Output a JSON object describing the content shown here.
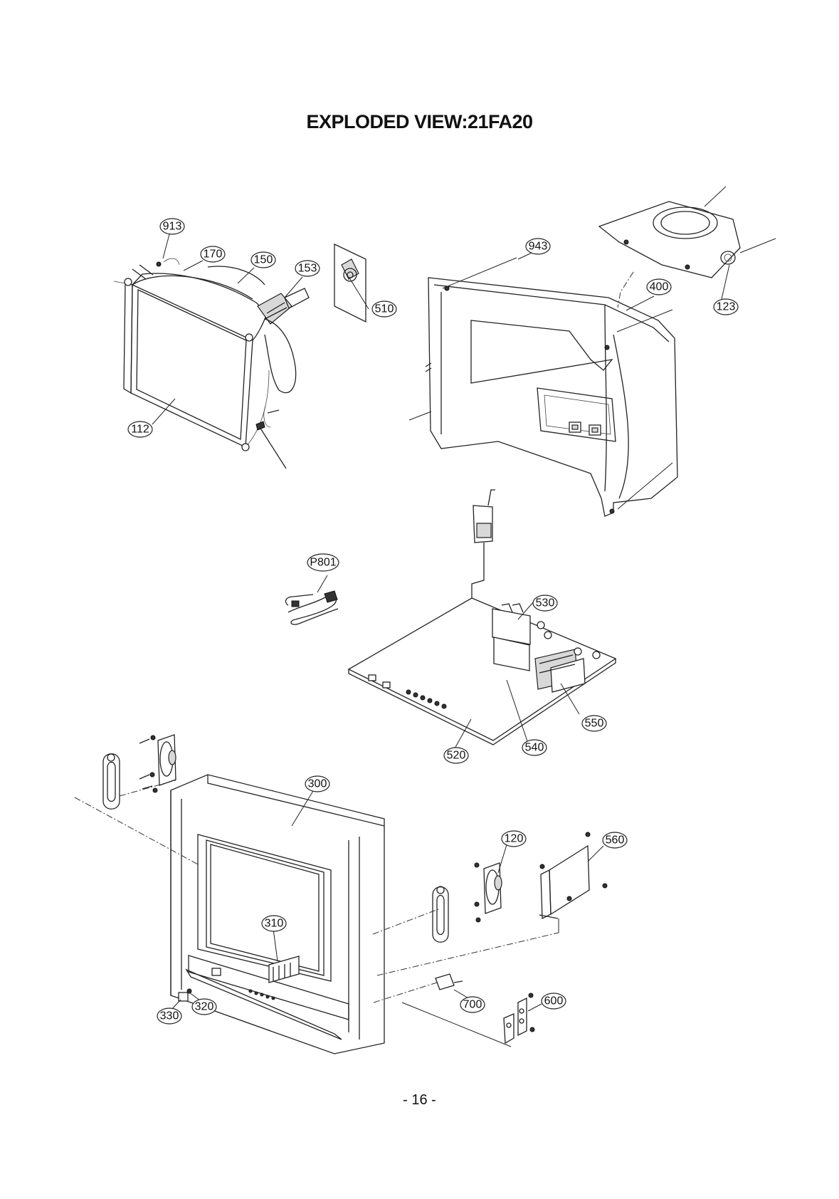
{
  "title": "EXPLODED VIEW:21FA20",
  "page_number": "-  16  -",
  "callouts": [
    {
      "id": "913",
      "label": "913"
    },
    {
      "id": "170",
      "label": "170"
    },
    {
      "id": "150",
      "label": "150"
    },
    {
      "id": "153",
      "label": "153"
    },
    {
      "id": "510",
      "label": "510"
    },
    {
      "id": "112",
      "label": "112"
    },
    {
      "id": "943",
      "label": "943"
    },
    {
      "id": "400",
      "label": "400"
    },
    {
      "id": "123",
      "label": "123"
    },
    {
      "id": "P801",
      "label": "P801"
    },
    {
      "id": "530",
      "label": "530"
    },
    {
      "id": "550",
      "label": "550"
    },
    {
      "id": "540",
      "label": "540"
    },
    {
      "id": "520",
      "label": "520"
    },
    {
      "id": "300",
      "label": "300"
    },
    {
      "id": "120",
      "label": "120"
    },
    {
      "id": "560",
      "label": "560"
    },
    {
      "id": "310",
      "label": "310"
    },
    {
      "id": "700",
      "label": "700"
    },
    {
      "id": "600",
      "label": "600"
    },
    {
      "id": "330",
      "label": "330"
    },
    {
      "id": "320",
      "label": "320"
    }
  ]
}
